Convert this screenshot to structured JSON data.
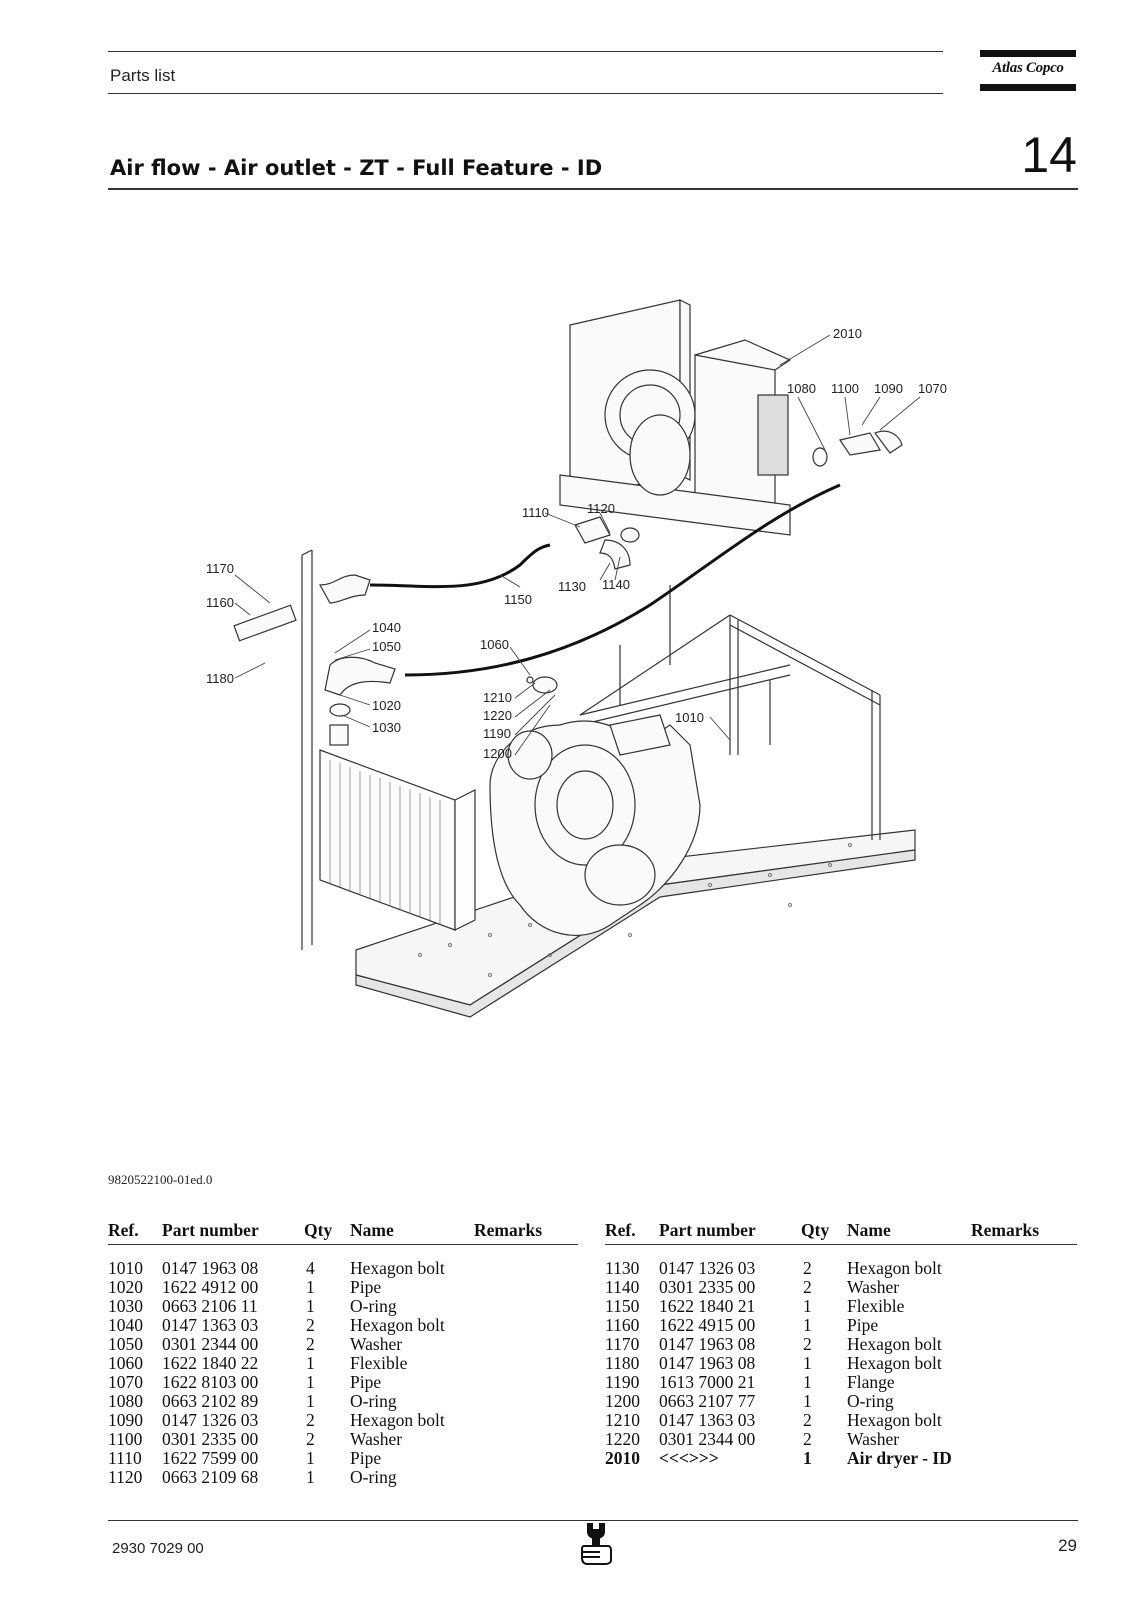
{
  "header": {
    "label": "Parts list",
    "brand": "Atlas Copco"
  },
  "section": {
    "title": "Air flow - Air outlet - ZT - Full Feature - ID",
    "chapter": "14"
  },
  "drawing": {
    "callouts": [
      "2010",
      "1080",
      "1100",
      "1090",
      "1070",
      "1110",
      "1120",
      "1130",
      "1140",
      "1150",
      "1170",
      "1160",
      "1180",
      "1040",
      "1050",
      "1060",
      "1020",
      "1030",
      "1210",
      "1220",
      "1190",
      "1200",
      "1010"
    ],
    "doc_id": "9820522100-01ed.0"
  },
  "columns": {
    "ref": "Ref.",
    "part_number": "Part number",
    "qty": "Qty",
    "name": "Name",
    "remarks": "Remarks"
  },
  "parts_left": [
    {
      "ref": "1010",
      "pn": "0147 1963 08",
      "qty": "4",
      "name": "Hexagon bolt"
    },
    {
      "ref": "1020",
      "pn": "1622 4912 00",
      "qty": "1",
      "name": "Pipe"
    },
    {
      "ref": "1030",
      "pn": "0663 2106 11",
      "qty": "1",
      "name": "O-ring"
    },
    {
      "ref": "1040",
      "pn": "0147 1363 03",
      "qty": "2",
      "name": "Hexagon bolt"
    },
    {
      "ref": "1050",
      "pn": "0301 2344 00",
      "qty": "2",
      "name": "Washer"
    },
    {
      "ref": "1060",
      "pn": "1622 1840 22",
      "qty": "1",
      "name": "Flexible"
    },
    {
      "ref": "1070",
      "pn": "1622 8103 00",
      "qty": "1",
      "name": "Pipe"
    },
    {
      "ref": "1080",
      "pn": "0663 2102 89",
      "qty": "1",
      "name": "O-ring"
    },
    {
      "ref": "1090",
      "pn": "0147 1326 03",
      "qty": "2",
      "name": "Hexagon bolt"
    },
    {
      "ref": "1100",
      "pn": "0301 2335 00",
      "qty": "2",
      "name": "Washer"
    },
    {
      "ref": "1110",
      "pn": "1622 7599 00",
      "qty": "1",
      "name": "Pipe"
    },
    {
      "ref": "1120",
      "pn": "0663 2109 68",
      "qty": "1",
      "name": "O-ring"
    }
  ],
  "parts_right": [
    {
      "ref": "1130",
      "pn": "0147 1326 03",
      "qty": "2",
      "name": "Hexagon bolt"
    },
    {
      "ref": "1140",
      "pn": "0301 2335 00",
      "qty": "2",
      "name": "Washer"
    },
    {
      "ref": "1150",
      "pn": "1622 1840 21",
      "qty": "1",
      "name": "Flexible"
    },
    {
      "ref": "1160",
      "pn": "1622 4915 00",
      "qty": "1",
      "name": "Pipe"
    },
    {
      "ref": "1170",
      "pn": "0147 1963 08",
      "qty": "2",
      "name": "Hexagon bolt"
    },
    {
      "ref": "1180",
      "pn": "0147 1963 08",
      "qty": "1",
      "name": "Hexagon bolt"
    },
    {
      "ref": "1190",
      "pn": "1613 7000 21",
      "qty": "1",
      "name": "Flange"
    },
    {
      "ref": "1200",
      "pn": "0663 2107 77",
      "qty": "1",
      "name": "O-ring"
    },
    {
      "ref": "1210",
      "pn": "0147 1363 03",
      "qty": "2",
      "name": "Hexagon bolt"
    },
    {
      "ref": "1220",
      "pn": "0301 2344 00",
      "qty": "2",
      "name": "Washer"
    },
    {
      "ref": "2010",
      "pn": "<<<>>>",
      "qty": "1",
      "name": "Air dryer - ID",
      "bold": true
    }
  ],
  "footer": {
    "doc_number": "2930 7029 00",
    "page": "29",
    "icon": "wrench-hand-icon"
  }
}
